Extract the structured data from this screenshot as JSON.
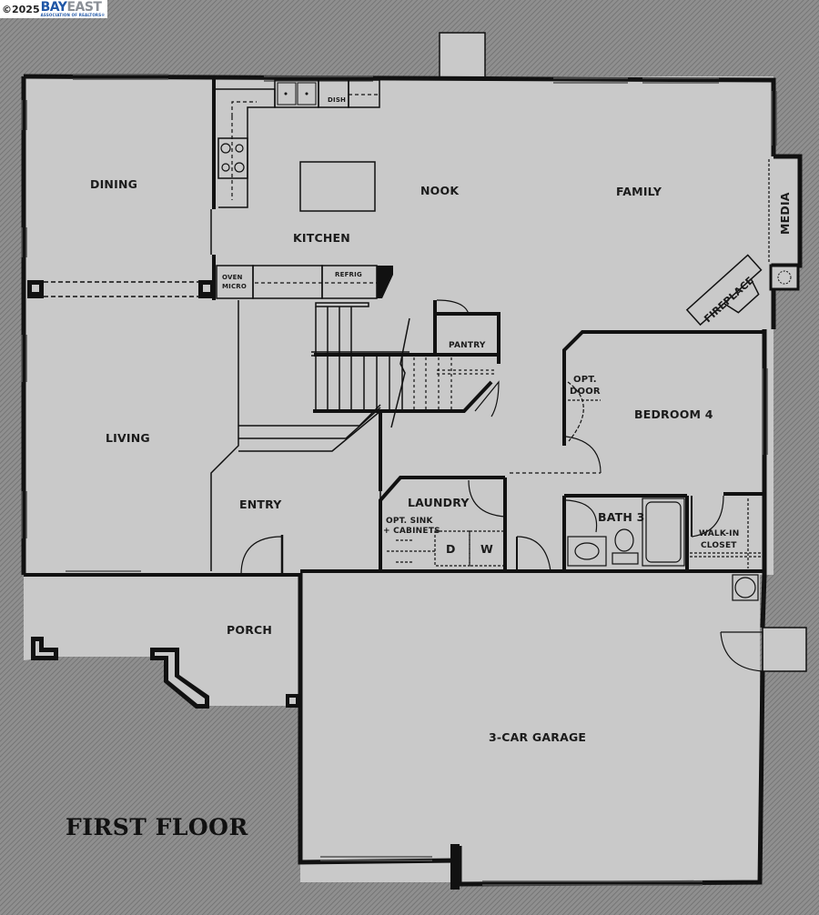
{
  "watermark": {
    "copyright": "©2025",
    "brand_part1": "BAY",
    "brand_part2": "EAST",
    "brand_sub": "ASSOCIATION OF REALTORS®",
    "colors": {
      "bay": "#1f56a6",
      "east": "#8a8f96"
    }
  },
  "plan": {
    "title": "FIRST FLOOR",
    "rooms": {
      "dining": "DINING",
      "kitchen": "KITCHEN",
      "nook": "NOOK",
      "family": "FAMILY",
      "media": "MEDIA",
      "fireplace": "FIREPLACE",
      "living": "LIVING",
      "entry": "ENTRY",
      "pantry": "PANTRY",
      "bedroom4": "BEDROOM 4",
      "opt_door_line1": "OPT.",
      "opt_door_line2": "DOOR",
      "laundry": "LAUNDRY",
      "opt_sink_line1": "OPT. SINK",
      "opt_sink_line2": "+ CABINETS",
      "dryer": "D",
      "washer": "W",
      "bath3": "BATH 3",
      "walkin_line1": "WALK-IN",
      "walkin_line2": "CLOSET",
      "porch": "PORCH",
      "garage": "3-CAR GARAGE"
    },
    "fixtures": {
      "dishwasher": "DISH",
      "oven_line1": "OVEN",
      "oven_line2": "MICRO",
      "refrigerator": "REFRIG"
    },
    "colors": {
      "floor": "#c9c9c9",
      "wall": "#111111",
      "background": "#8d8d8d"
    }
  }
}
